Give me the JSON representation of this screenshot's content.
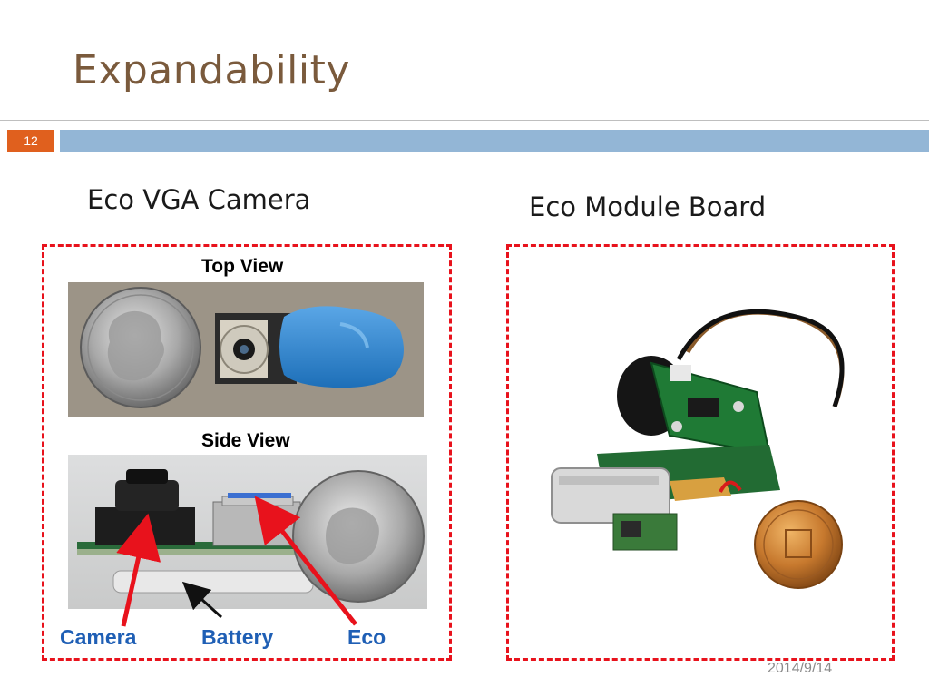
{
  "slide": {
    "title": "Expandability",
    "page_number": "12",
    "date": "2014/9/14"
  },
  "left_panel": {
    "caption": "Eco VGA Camera",
    "top_view_label": "Top View",
    "side_view_label": "Side View",
    "parts": {
      "camera": "Camera",
      "battery": "Battery",
      "eco": "Eco"
    }
  },
  "right_panel": {
    "caption": "Eco Module Board"
  },
  "colors": {
    "title": "#7a5a3c",
    "badge": "#e0601e",
    "header_bar": "#93b6d6",
    "dashed_border": "#e8121c",
    "part_label": "#1f5fb5",
    "arrow_red": "#e8121c"
  }
}
